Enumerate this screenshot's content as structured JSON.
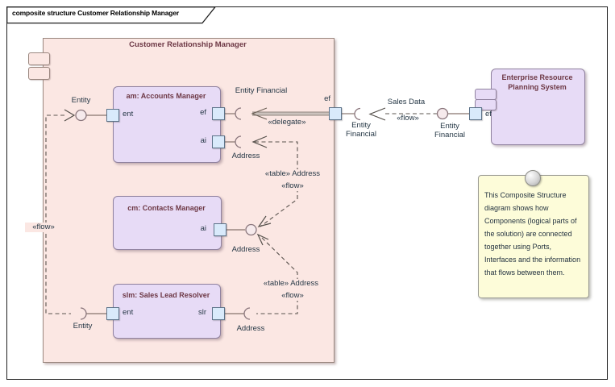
{
  "frame": {
    "title": "composite structure Customer Relationship Manager"
  },
  "colors": {
    "container_fill": "#fbe7e3",
    "component_fill": "#e7dbf6",
    "port_fill": "#d9eafb",
    "note_fill": "#fdfcd9",
    "title_color": "#6d3845",
    "label_color": "#263846"
  },
  "crm": {
    "title": "Customer Relationship Manager",
    "flow_label": "«flow»",
    "boundary_port_ef": "ef",
    "am": {
      "title": "am: Accounts Manager",
      "port_ent": "ent",
      "port_ef": "ef",
      "port_ai": "ai",
      "entity_label": "Entity",
      "entity_financial_label": "Entity Financial",
      "delegate_label": "«delegate»",
      "address_label": "Address"
    },
    "cm": {
      "title": "cm: Contacts Manager",
      "port_ai": "ai",
      "address_label": "Address",
      "table_address_upper": "«table» Address",
      "flow_upper": "«flow»",
      "table_address_lower": "«table» Address",
      "flow_lower": "«flow»"
    },
    "slm": {
      "title": "slm: Sales Lead Resolver",
      "port_ent": "ent",
      "port_slr": "slr",
      "address_label": "Address",
      "entity_label": "Entity"
    }
  },
  "flow_connector": {
    "sales_data_label": "Sales Data",
    "flow_label": "«flow»",
    "entity_financial_left": "Entity\nFinancial",
    "entity_financial_right": "Entity\nFinancial"
  },
  "erp": {
    "title": "Enterprise Resource Planning System",
    "port_ef": "ef"
  },
  "note": {
    "text": "This Composite Structure diagram shows how Components (logical parts of the solution) are connected together using Ports, Interfaces and the information that flows between them."
  }
}
